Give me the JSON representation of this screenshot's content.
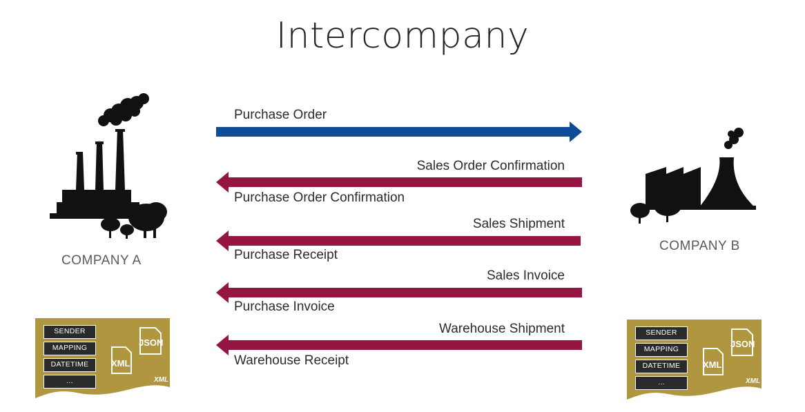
{
  "title": "Intercompany",
  "company_a": {
    "label": "COMPANY A"
  },
  "company_b": {
    "label": "COMPANY B"
  },
  "flows": [
    {
      "upper_label": "Purchase Order",
      "lower_label": "",
      "direction": "right",
      "color": "#0f4c97"
    },
    {
      "upper_label": "Sales Order Confirmation",
      "lower_label": "Purchase Order Confirmation",
      "direction": "left",
      "color": "#951543"
    },
    {
      "upper_label": "Sales Shipment",
      "lower_label": "Purchase Receipt",
      "direction": "left",
      "color": "#951543"
    },
    {
      "upper_label": "Sales Invoice",
      "lower_label": "Purchase Invoice",
      "direction": "left",
      "color": "#951543"
    },
    {
      "upper_label": "Warehouse Shipment",
      "lower_label": "Warehouse Receipt",
      "direction": "left",
      "color": "#951543"
    }
  ],
  "document_card": {
    "fields": [
      "SENDER",
      "MAPPING",
      "DATETIME",
      "..."
    ],
    "json_tag": "JSON",
    "xml_tag": "XML",
    "xml_mark": "XML",
    "color": "#b0963e"
  }
}
